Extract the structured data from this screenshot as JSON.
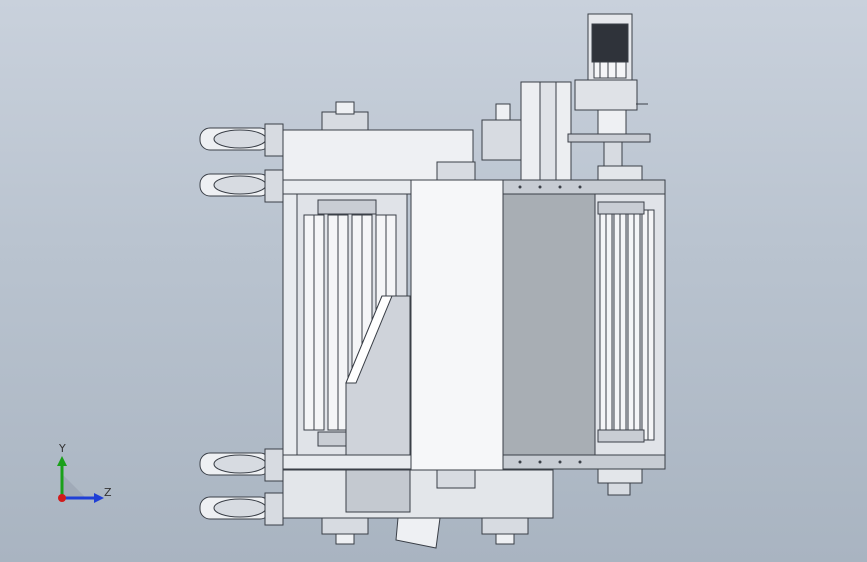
{
  "viewport": {
    "background_top": "#c9d1dc",
    "background_bottom": "#a9b4c1"
  },
  "model": {
    "description_icon": "conveyor-assembly-drawing",
    "line_color": "#3a3f47",
    "fill_light": "#eef0f3",
    "fill_mid": "#d7dbe1",
    "belt_color": "#a8aeb4"
  },
  "triad": {
    "y_label": "Y",
    "z_label": "Z",
    "y_color": "#1aa01a",
    "z_color": "#1f3fd6",
    "x_color": "#d11a1a"
  }
}
